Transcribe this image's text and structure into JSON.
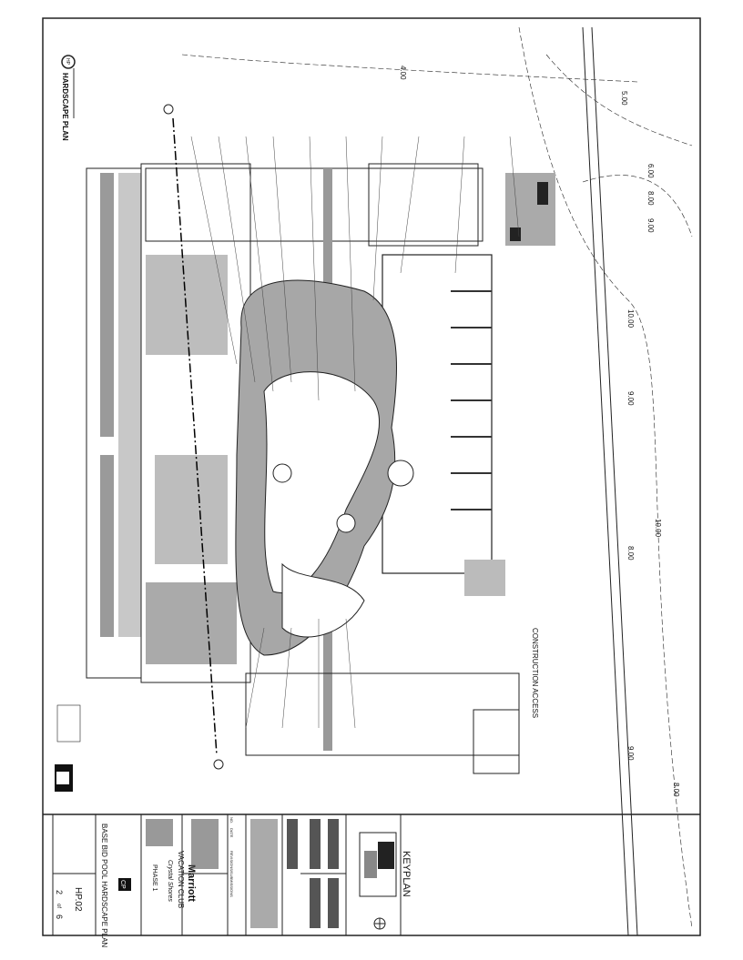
{
  "sheet": {
    "drawing_title": "HARDSCAPE PLAN",
    "drawing_number_badge": "HP",
    "keyplan_label": "KEYPLAN",
    "construction_access": "CONSTRUCTION ACCESS",
    "sheet_title": "BASE BID POOL HARDSCAPE PLAN",
    "sheet_number": "HP.02",
    "sheet_index": "2",
    "sheet_of": "of",
    "sheet_total": "6",
    "revisions_header": "REVISIONS/SUBMISSIONS",
    "rev_no": "NO.",
    "rev_date": "DATE",
    "client_brand": "Marriott",
    "client_sub": "VACATION CLUB",
    "project_name": "Crystal Shores",
    "phase": "PHASE 1",
    "consultant_logo": "CP"
  },
  "contours": [
    "4.00",
    "5.00",
    "6.00",
    "8.00",
    "9.00",
    "10.00",
    "9.00",
    "10.00",
    "8.00",
    "9.00",
    "8.00"
  ],
  "colors": {
    "ink": "#111111",
    "hatch": "#9a9a9a",
    "paper": "#ffffff"
  }
}
